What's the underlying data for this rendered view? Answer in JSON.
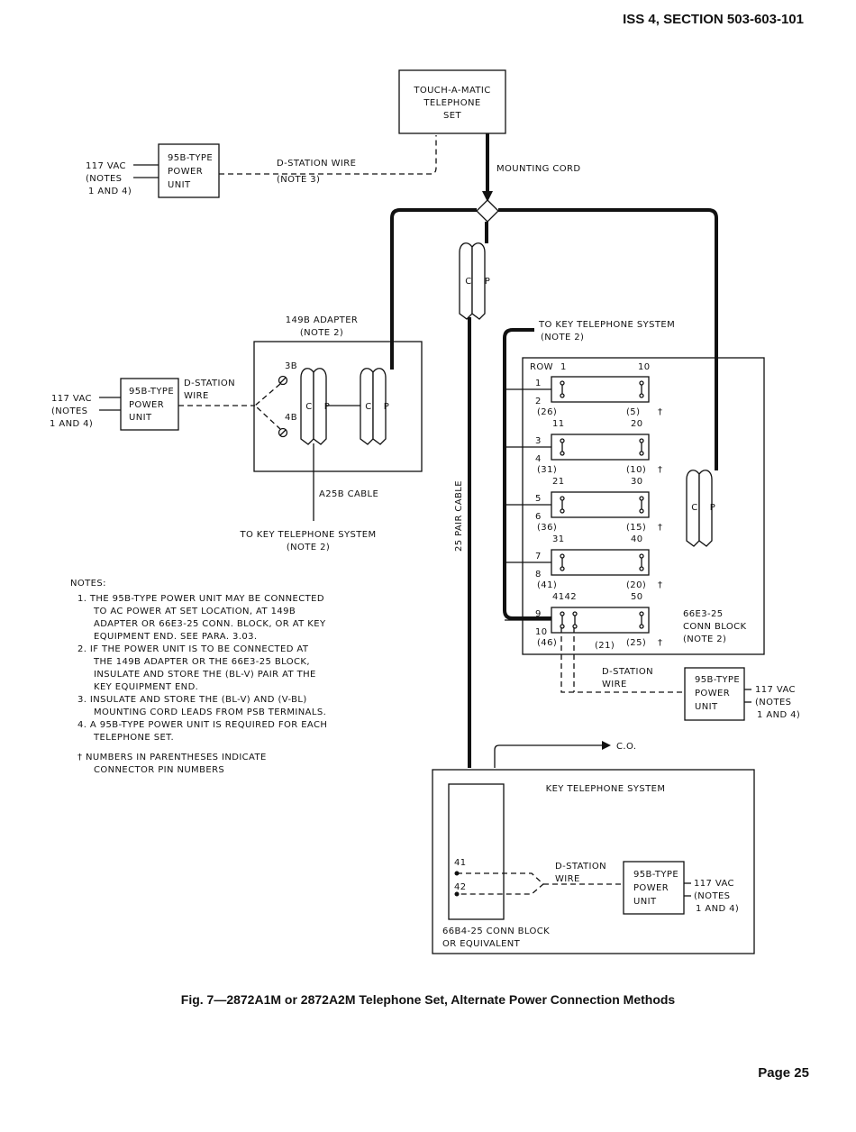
{
  "header": "ISS 4, SECTION 503-603-101",
  "caption": "Fig. 7—2872A1M or 2872A2M Telephone Set, Alternate Power Connection Methods",
  "page_number": "Page 25",
  "set": {
    "line1": "TOUCH-A-MATIC",
    "line2": "TELEPHONE",
    "line3": "SET"
  },
  "mounting_cord": "MOUNTING CORD",
  "power_unit": {
    "line1": "95B-TYPE",
    "line2": "POWER",
    "line3": "UNIT"
  },
  "vac": {
    "line1": "117 VAC",
    "line2": "(NOTES",
    "line3": "1 AND 4)"
  },
  "top_wire": {
    "line1": "D-STATION WIRE",
    "line2": "(NOTE 3)"
  },
  "adapter": {
    "title": "149B ADAPTER",
    "note": "(NOTE 2)",
    "term_3b": "3B",
    "term_4b": "4B",
    "wire1": "D-STATION",
    "wire2": "WIRE"
  },
  "cp": {
    "c": "C",
    "p": "P"
  },
  "a25b": "A25B CABLE",
  "to_key_left": {
    "line1": "TO KEY TELEPHONE SYSTEM",
    "line2": "(NOTE 2)"
  },
  "to_key_right": {
    "line1": "TO KEY TELEPHONE SYSTEM",
    "line2": "(NOTE 2)"
  },
  "pair_cable": "25 PAIR CABLE",
  "conn_block": {
    "row_label": "ROW",
    "col1": "1",
    "col10": "10",
    "rows": [
      {
        "top": "1",
        "bottom": "2",
        "pins": "(26)",
        "pins_right": "(5)",
        "next_left": "11",
        "next_right": "20"
      },
      {
        "top": "3",
        "bottom": "4",
        "pins": "(31)",
        "pins_right": "(10)",
        "next_left": "21",
        "next_right": "30"
      },
      {
        "top": "5",
        "bottom": "6",
        "pins": "(36)",
        "pins_right": "(15)",
        "next_left": "31",
        "next_right": "40"
      },
      {
        "top": "7",
        "bottom": "8",
        "pins": "(41)",
        "pins_right": "(20)",
        "next_left": "4142",
        "next_right": "50"
      },
      {
        "top": "9",
        "bottom": "10",
        "pins": "(46)",
        "pins_right": "(25)",
        "next_left": "",
        "next_right": ""
      }
    ],
    "pin_21": "(21)",
    "dagger": "†",
    "name1": "66E3-25",
    "name2": "CONN BLOCK",
    "name3": "(NOTE 2)",
    "wire1": "D-STATION",
    "wire2": "WIRE"
  },
  "co": "C.O.",
  "key_system": {
    "title": "KEY TELEPHONE SYSTEM",
    "t41": "41",
    "t42": "42",
    "wire1": "D-STATION",
    "wire2": "WIRE",
    "block1": "66B4-25 CONN BLOCK",
    "block2": "OR EQUIVALENT"
  },
  "notes": {
    "heading": "NOTES:",
    "n1": [
      "1. THE 95B-TYPE POWER UNIT MAY BE CONNECTED",
      "TO AC POWER AT SET LOCATION, AT 149B",
      "ADAPTER OR 66E3-25 CONN. BLOCK, OR AT KEY",
      "EQUIPMENT END. SEE PARA. 3.03."
    ],
    "n2": [
      "2. IF THE POWER UNIT IS TO BE CONNECTED AT",
      "THE 149B ADAPTER OR THE 66E3-25 BLOCK,",
      "INSULATE AND STORE THE (BL-V) PAIR AT THE",
      "KEY EQUIPMENT END."
    ],
    "n3": [
      "3. INSULATE AND STORE THE (BL-V) AND (V-BL)",
      "MOUNTING CORD LEADS FROM PSB TERMINALS."
    ],
    "n4": [
      "4. A 95B-TYPE POWER UNIT IS REQUIRED FOR EACH",
      "TELEPHONE SET."
    ],
    "dagger_note": [
      "† NUMBERS IN PARENTHESES INDICATE",
      "CONNECTOR PIN NUMBERS"
    ]
  }
}
